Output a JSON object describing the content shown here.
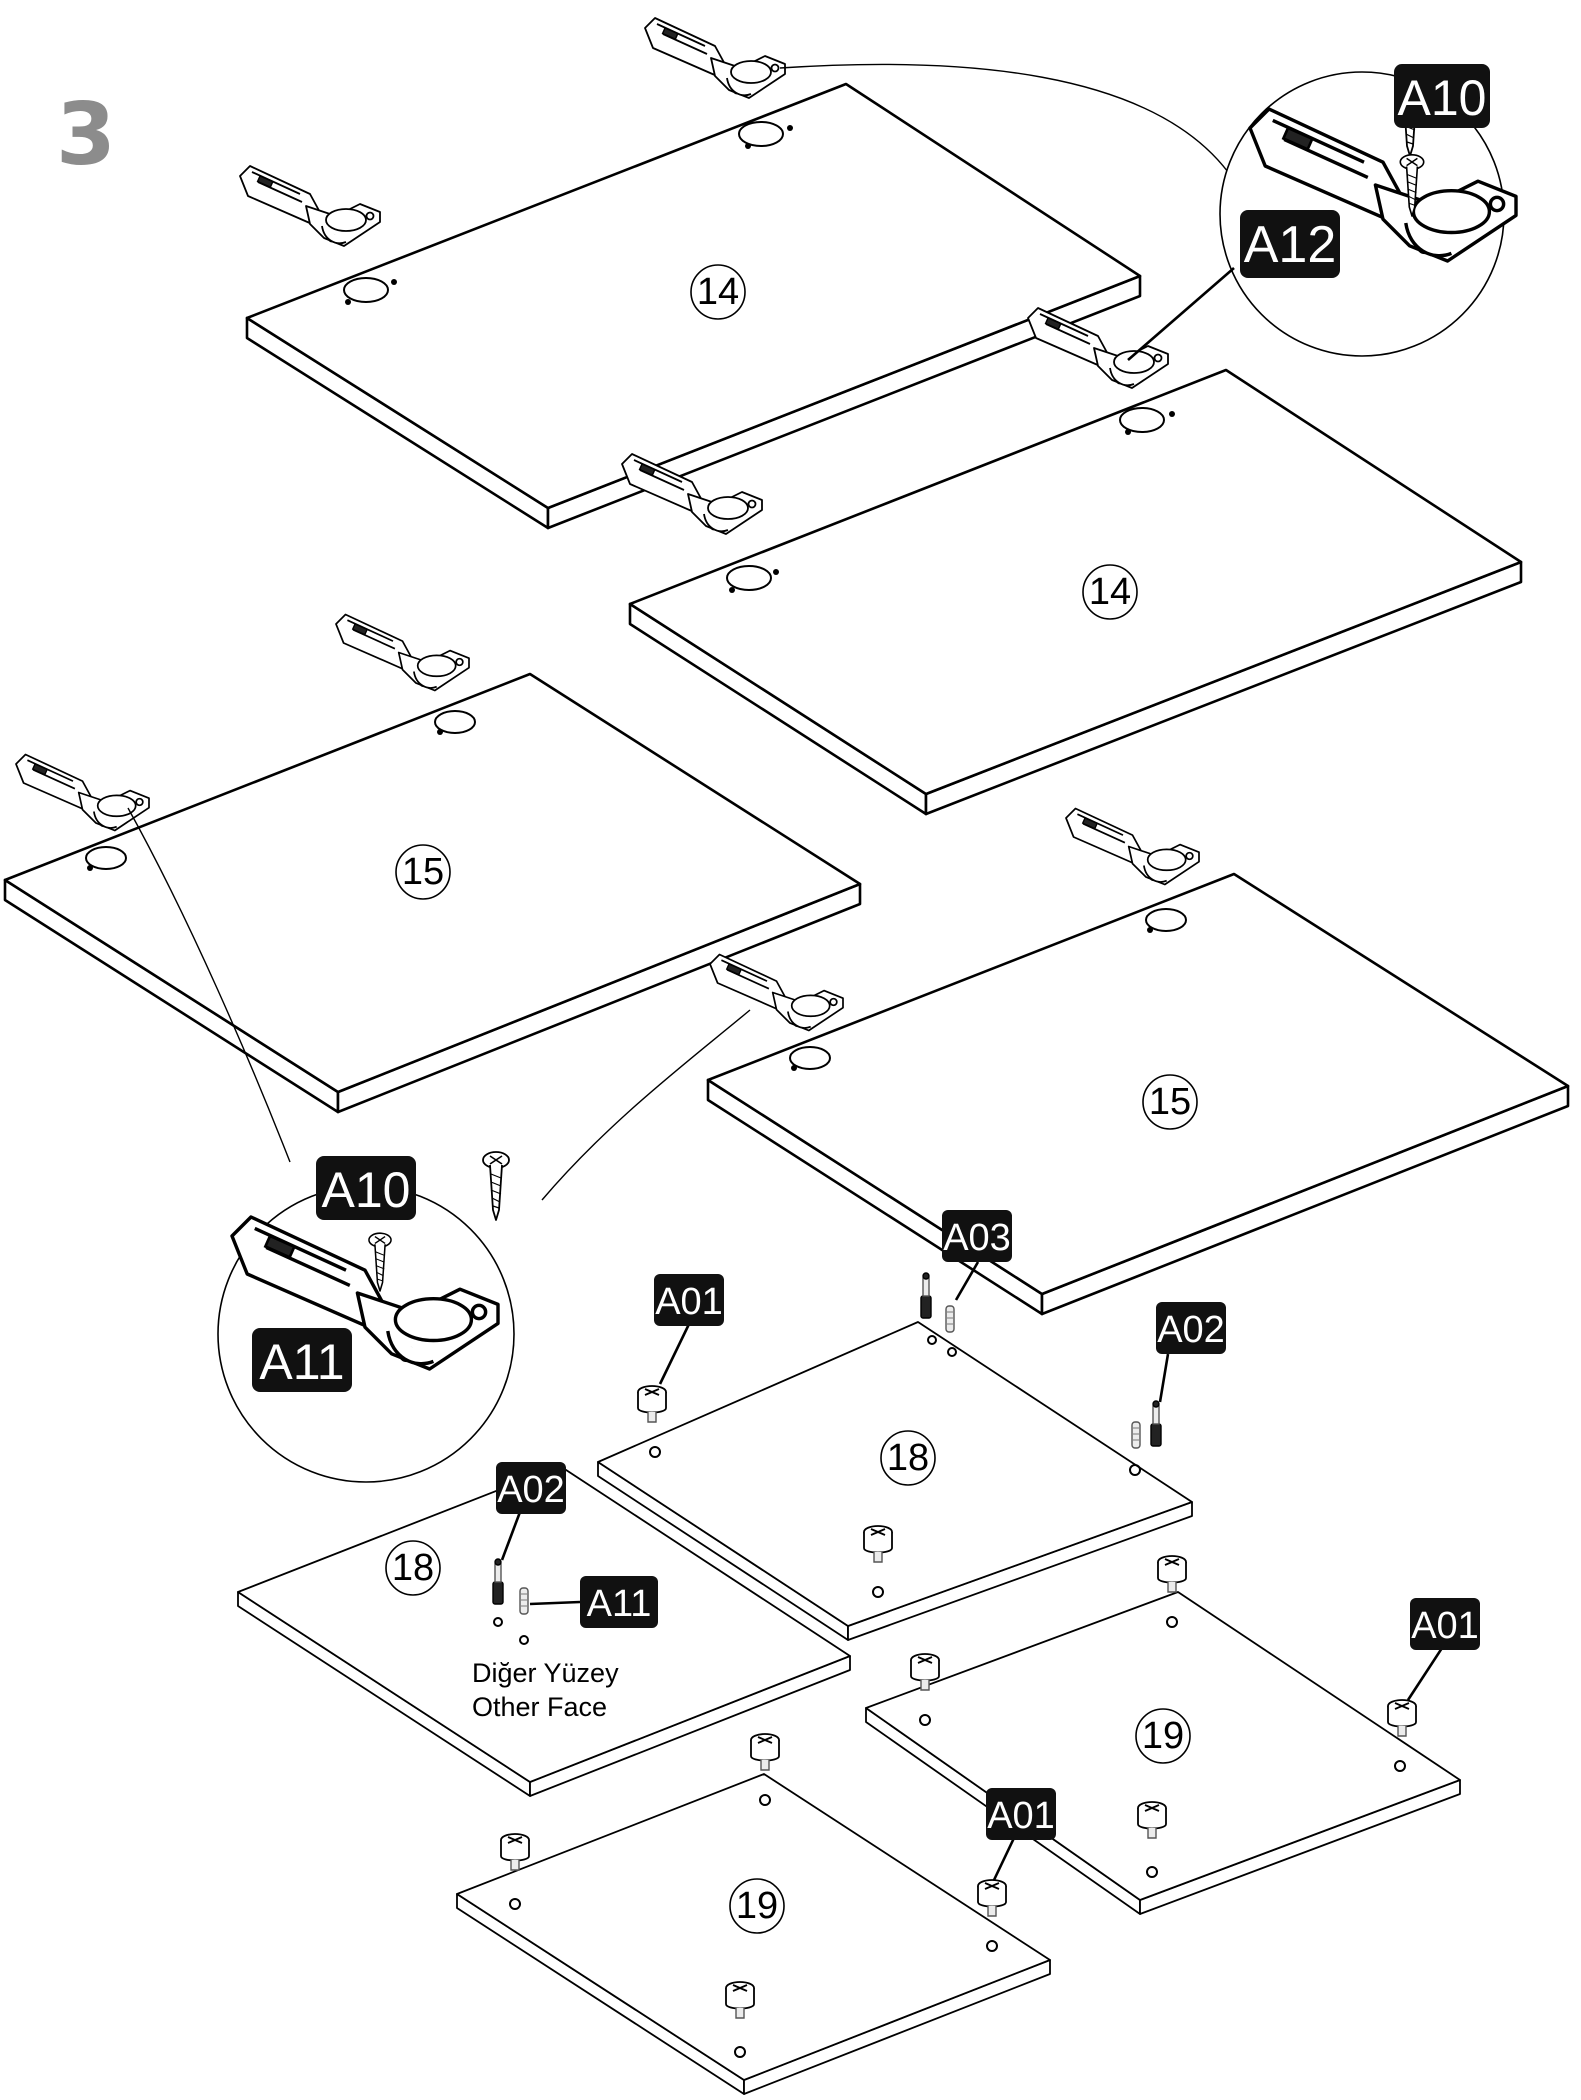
{
  "step": {
    "number": "3"
  },
  "panels": [
    {
      "id": "14",
      "label": "14"
    },
    {
      "id": "14b",
      "label": "14"
    },
    {
      "id": "15",
      "label": "15"
    },
    {
      "id": "15b",
      "label": "15"
    },
    {
      "id": "18",
      "label": "18"
    },
    {
      "id": "18b",
      "label": "18"
    },
    {
      "id": "19",
      "label": "19"
    },
    {
      "id": "19b",
      "label": "19"
    }
  ],
  "tags": {
    "a10_top": "A10",
    "a12_top": "A12",
    "a10_left": "A10",
    "a11_left": "A11",
    "a03": "A03",
    "a01_left": "A01",
    "a02_right": "A02",
    "a02_lower": "A02",
    "a11_lower": "A11",
    "a01_right": "A01",
    "a01_bottom": "A01"
  },
  "note": {
    "line1": "Diğer Yüzey",
    "line2": "Other Face"
  }
}
